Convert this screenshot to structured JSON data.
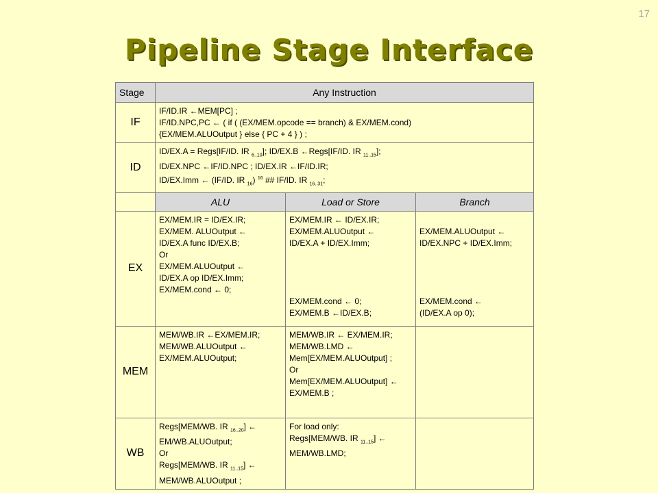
{
  "slide": {
    "page_number": "17",
    "title": "Pipeline Stage Interface"
  },
  "table": {
    "header_stage": "Stage",
    "header_any": "Any Instruction",
    "if": {
      "label": "IF",
      "lines": [
        "IF/ID.IR ←MEM[PC] ;",
        "IF/ID.NPC,PC ← ( if ( (EX/MEM.opcode == branch) & EX/MEM.cond)",
        "{EX/MEM.ALUOutput } else { PC + 4 } ) ;"
      ]
    },
    "id": {
      "label": "ID",
      "line1_a": "ID/EX.A = Regs[IF/ID. IR ",
      "line1_a_sub": "6..10",
      "line1_b": "]; ID/EX.B ←Regs[IF/ID. IR ",
      "line1_b_sub": "11..15",
      "line1_c": "];",
      "line2": "ID/EX.NPC ←IF/ID.NPC ; ID/EX.IR ←IF/ID.IR;",
      "line3_a": "ID/EX.Imm ← (IF/ID. IR ",
      "line3_sub1": "16",
      "line3_b": ") ",
      "line3_sup": "16",
      "line3_c": " ## IF/ID. IR ",
      "line3_sub2": "16..31",
      "line3_d": ";"
    },
    "col_alu": "ALU",
    "col_load_store": "Load or Store",
    "col_branch": "Branch",
    "ex": {
      "label": "EX",
      "alu": [
        "EX/MEM.IR = ID/EX.IR;",
        "EX/MEM. ALUOutput ←",
        "ID/EX.A func ID/EX.B;",
        "Or",
        "EX/MEM.ALUOutput ←",
        "ID/EX.A op ID/EX.Imm;",
        "EX/MEM.cond ← 0;"
      ],
      "load_store_top": [
        "EX/MEM.IR ← ID/EX.IR;",
        "EX/MEM.ALUOutput ←",
        "ID/EX.A + ID/EX.Imm;"
      ],
      "load_store_bottom": [
        "EX/MEM.cond ← 0;",
        "EX/MEM.B ←ID/EX.B;"
      ],
      "branch_top": [
        "EX/MEM.ALUOutput ←",
        "ID/EX.NPC + ID/EX.Imm;"
      ],
      "branch_bottom": [
        "EX/MEM.cond ←",
        "(ID/EX.A op 0);"
      ]
    },
    "mem": {
      "label": "MEM",
      "alu": [
        "MEM/WB.IR ←EX/MEM.IR;",
        "MEM/WB.ALUOutput ←",
        "EX/MEM.ALUOutput;"
      ],
      "load_store": [
        "MEM/WB.IR ← EX/MEM.IR;",
        "MEM/WB.LMD ←",
        "Mem[EX/MEM.ALUOutput] ;",
        "Or",
        "Mem[EX/MEM.ALUOutput] ←",
        "EX/MEM.B ;"
      ]
    },
    "wb": {
      "label": "WB",
      "alu_l1_a": "Regs[MEM/WB. IR ",
      "alu_l1_sub": "16..20",
      "alu_l1_b": "] ←",
      "alu_l2": "EM/WB.ALUOutput;",
      "alu_l3": "Or",
      "alu_l4_a": "Regs[MEM/WB. IR ",
      "alu_l4_sub": "11..15",
      "alu_l4_b": "] ←",
      "alu_l5": "MEM/WB.ALUOutput ;",
      "ls_l1": "For load only:",
      "ls_l2_a": "Regs[MEM/WB. IR ",
      "ls_l2_sub": "11..15",
      "ls_l2_b": "] ←",
      "ls_l3": "MEM/WB.LMD;"
    }
  }
}
